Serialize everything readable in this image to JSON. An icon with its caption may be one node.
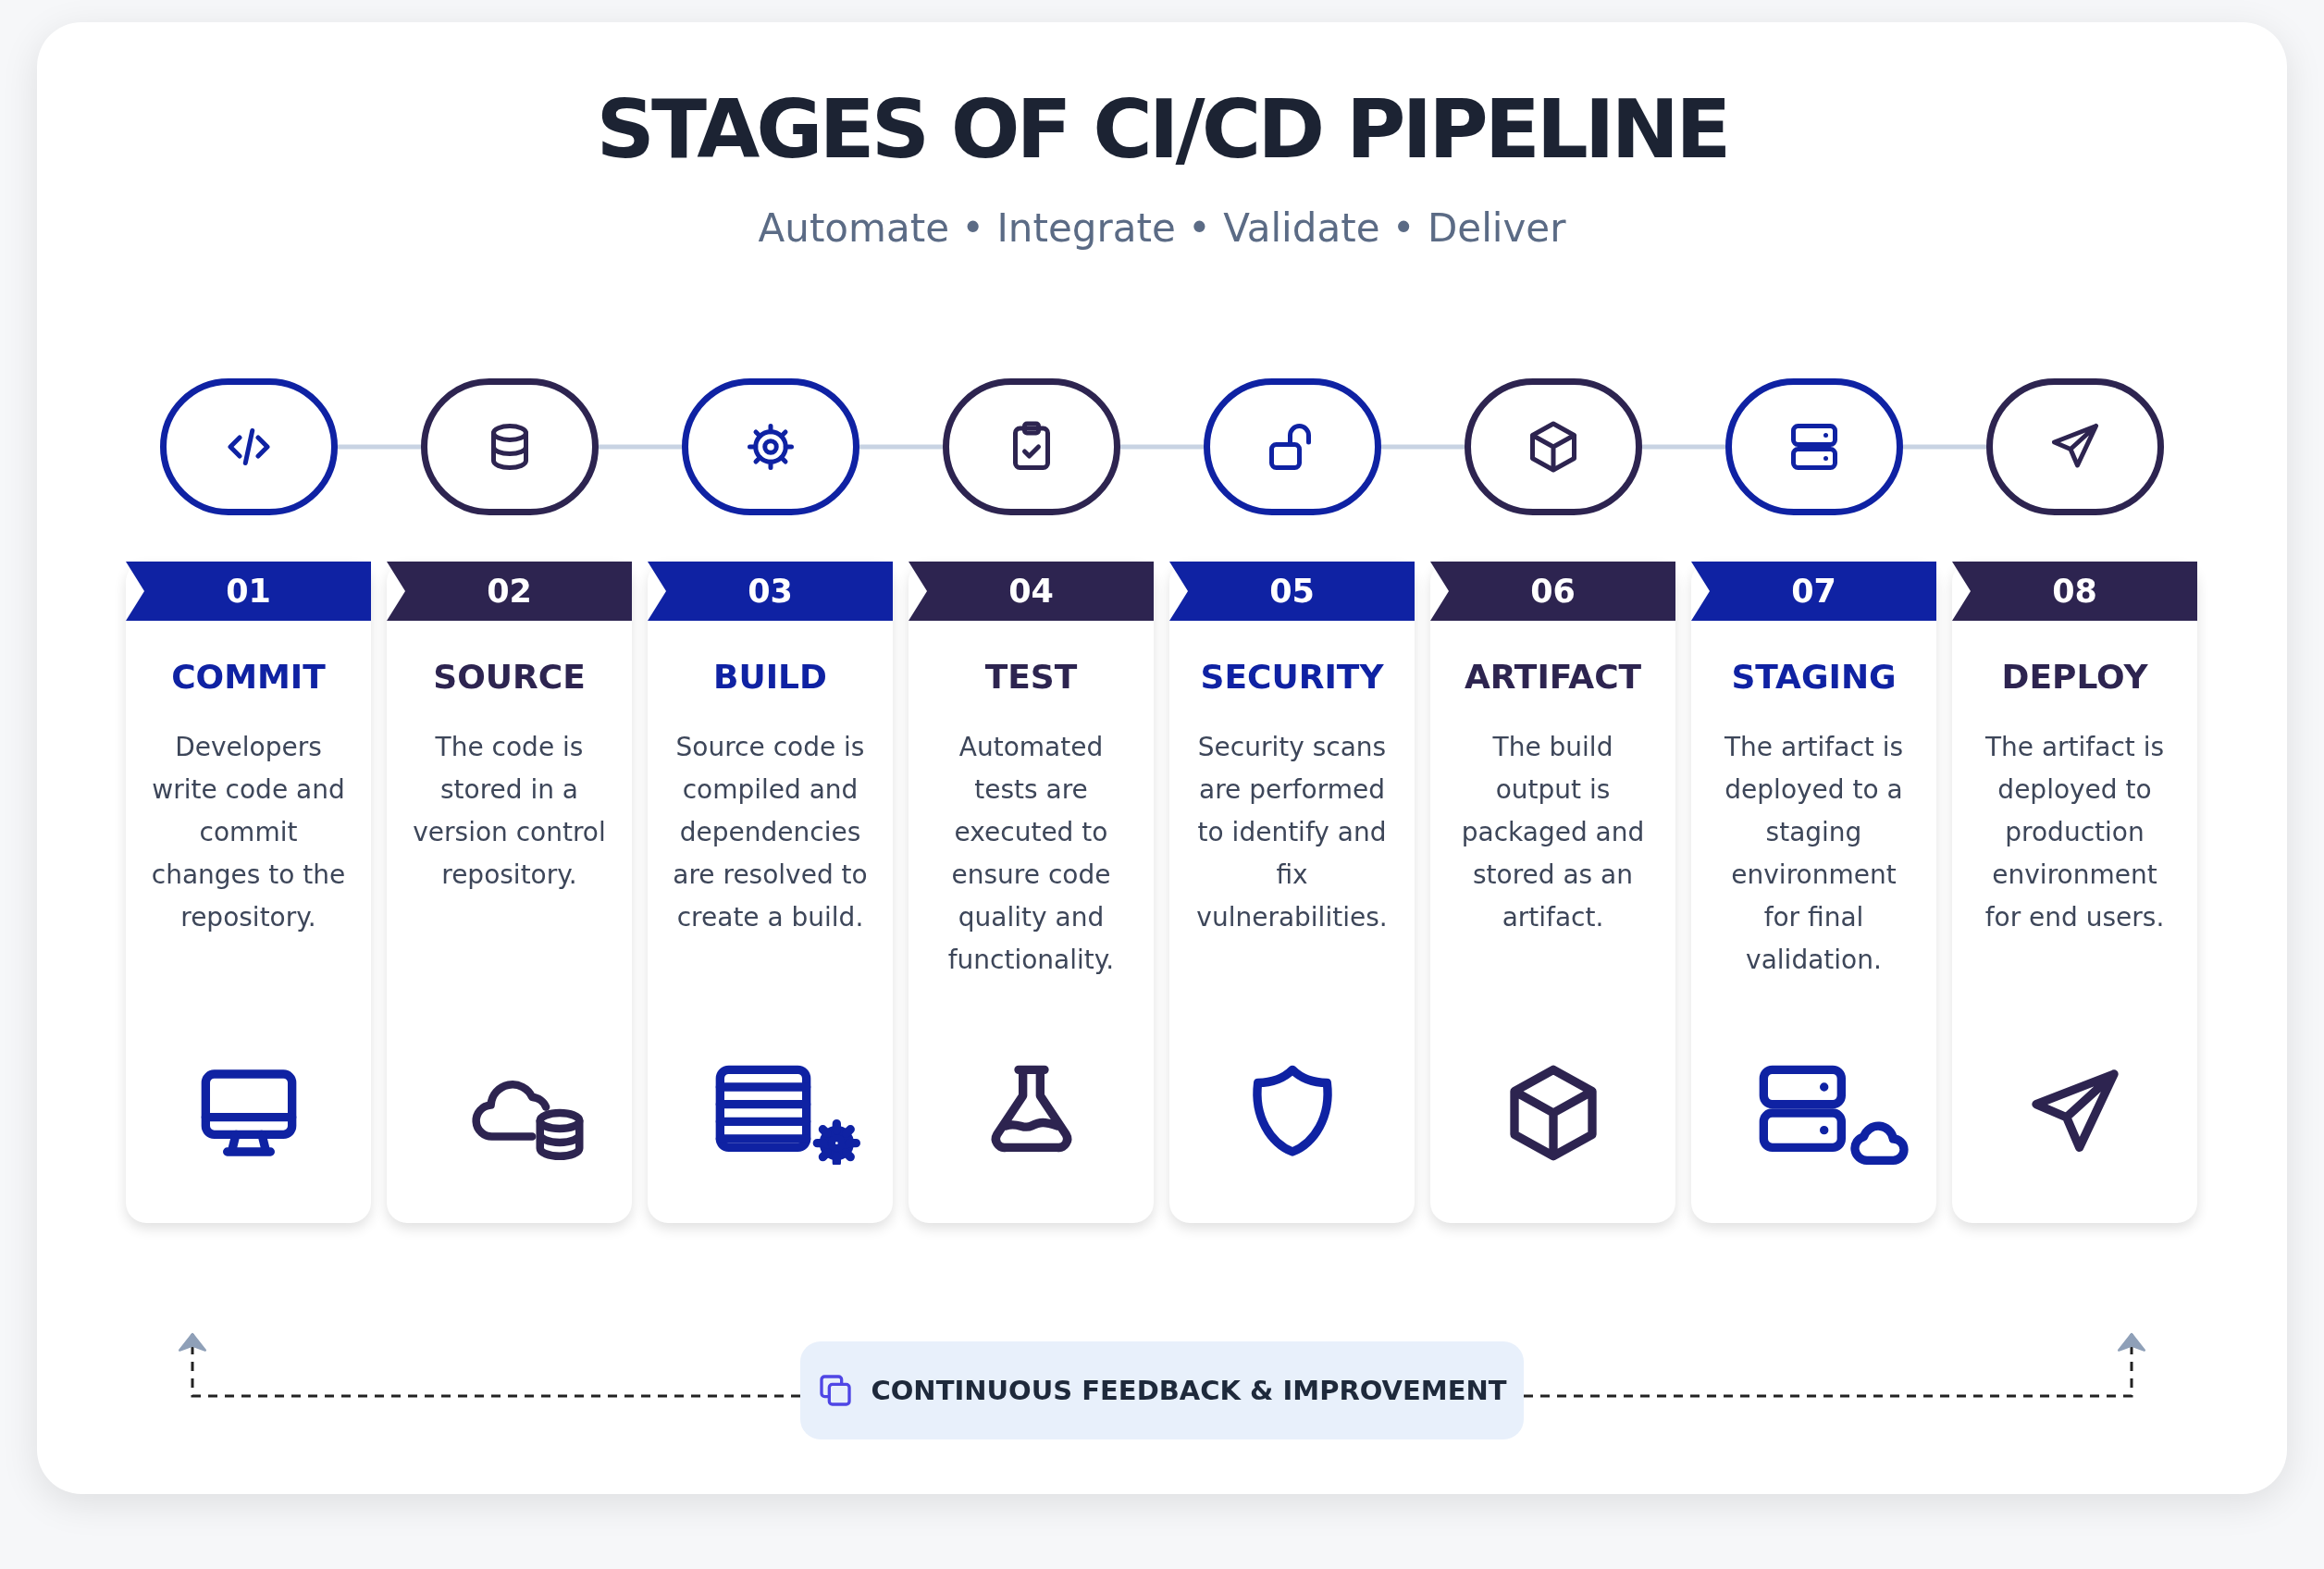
{
  "diagram": {
    "title": "STAGES OF CI/CD PIPELINE",
    "nodes": [
      {
        "text": [],
        "shape": "circle"
      },
      {
        "text": [],
        "shape": "circle"
      },
      {
        "text": [],
        "shape": "circle"
      },
      {
        "text": [],
        "shape": "circle"
      },
      {
        "text": [],
        "shape": "circle"
      },
      {
        "text": [],
        "shape": "circle"
      },
      {
        "text": [],
        "shape": "circle"
      },
      {
        "text": [],
        "shape": "circle"
      },
      {
        "text": [
          "01",
          "COMMIT",
          "Developers write code and commit changes to the repository."
        ]
      },
      {
        "text": [
          "02",
          "SOURCE",
          "The code is stored in a version control repository."
        ]
      },
      {
        "text": [
          "03",
          "BUILD",
          "Source code is compiled and dependencies are resolved to create a build."
        ]
      },
      {
        "text": [
          "04",
          "TEST",
          "Automated tests are executed to ensure code quality and functionality."
        ]
      },
      {
        "text": [
          "05",
          "SECURITY",
          "Security scans are performed to identify and fix vulnerabilities."
        ]
      },
      {
        "text": [
          "06",
          "ARTIFACT",
          "The build output is packaged and stored as an artifact."
        ]
      },
      {
        "text": [
          "07",
          "STAGING",
          "The artifact is deployed to a staging environment for final validation."
        ]
      },
      {
        "text": [
          "08",
          "DEPLOY",
          "The artifact is deployed to production environment for end users."
        ]
      },
      {
        "text": [
          "CONTINUOUS FEEDBACK & IMPROVEMENT"
        ]
      }
    ],
    "edges": [
      {
        "from": 0,
        "to": 1,
        "arrow": "none"
      },
      {
        "from": 1,
        "to": 2,
        "arrow": "none"
      },
      {
        "from": 2,
        "to": 3,
        "arrow": "none"
      },
      {
        "from": 3,
        "to": 4,
        "arrow": "none"
      },
      {
        "from": 4,
        "to": 5,
        "arrow": "none"
      },
      {
        "from": 5,
        "to": 6,
        "arrow": "none"
      },
      {
        "from": 6,
        "to": 7,
        "arrow": "none"
      },
      {
        "from": 16,
        "to": null,
        "arrow": "to",
        "style": "dashed",
        "color": "#222222"
      },
      {
        "from": 16,
        "to": null,
        "arrow": "to",
        "style": "dashed",
        "color": "#222222"
      }
    ],
    "labels": [
      "Automate • Integrate • Validate • Deliver"
    ]
  }
}
